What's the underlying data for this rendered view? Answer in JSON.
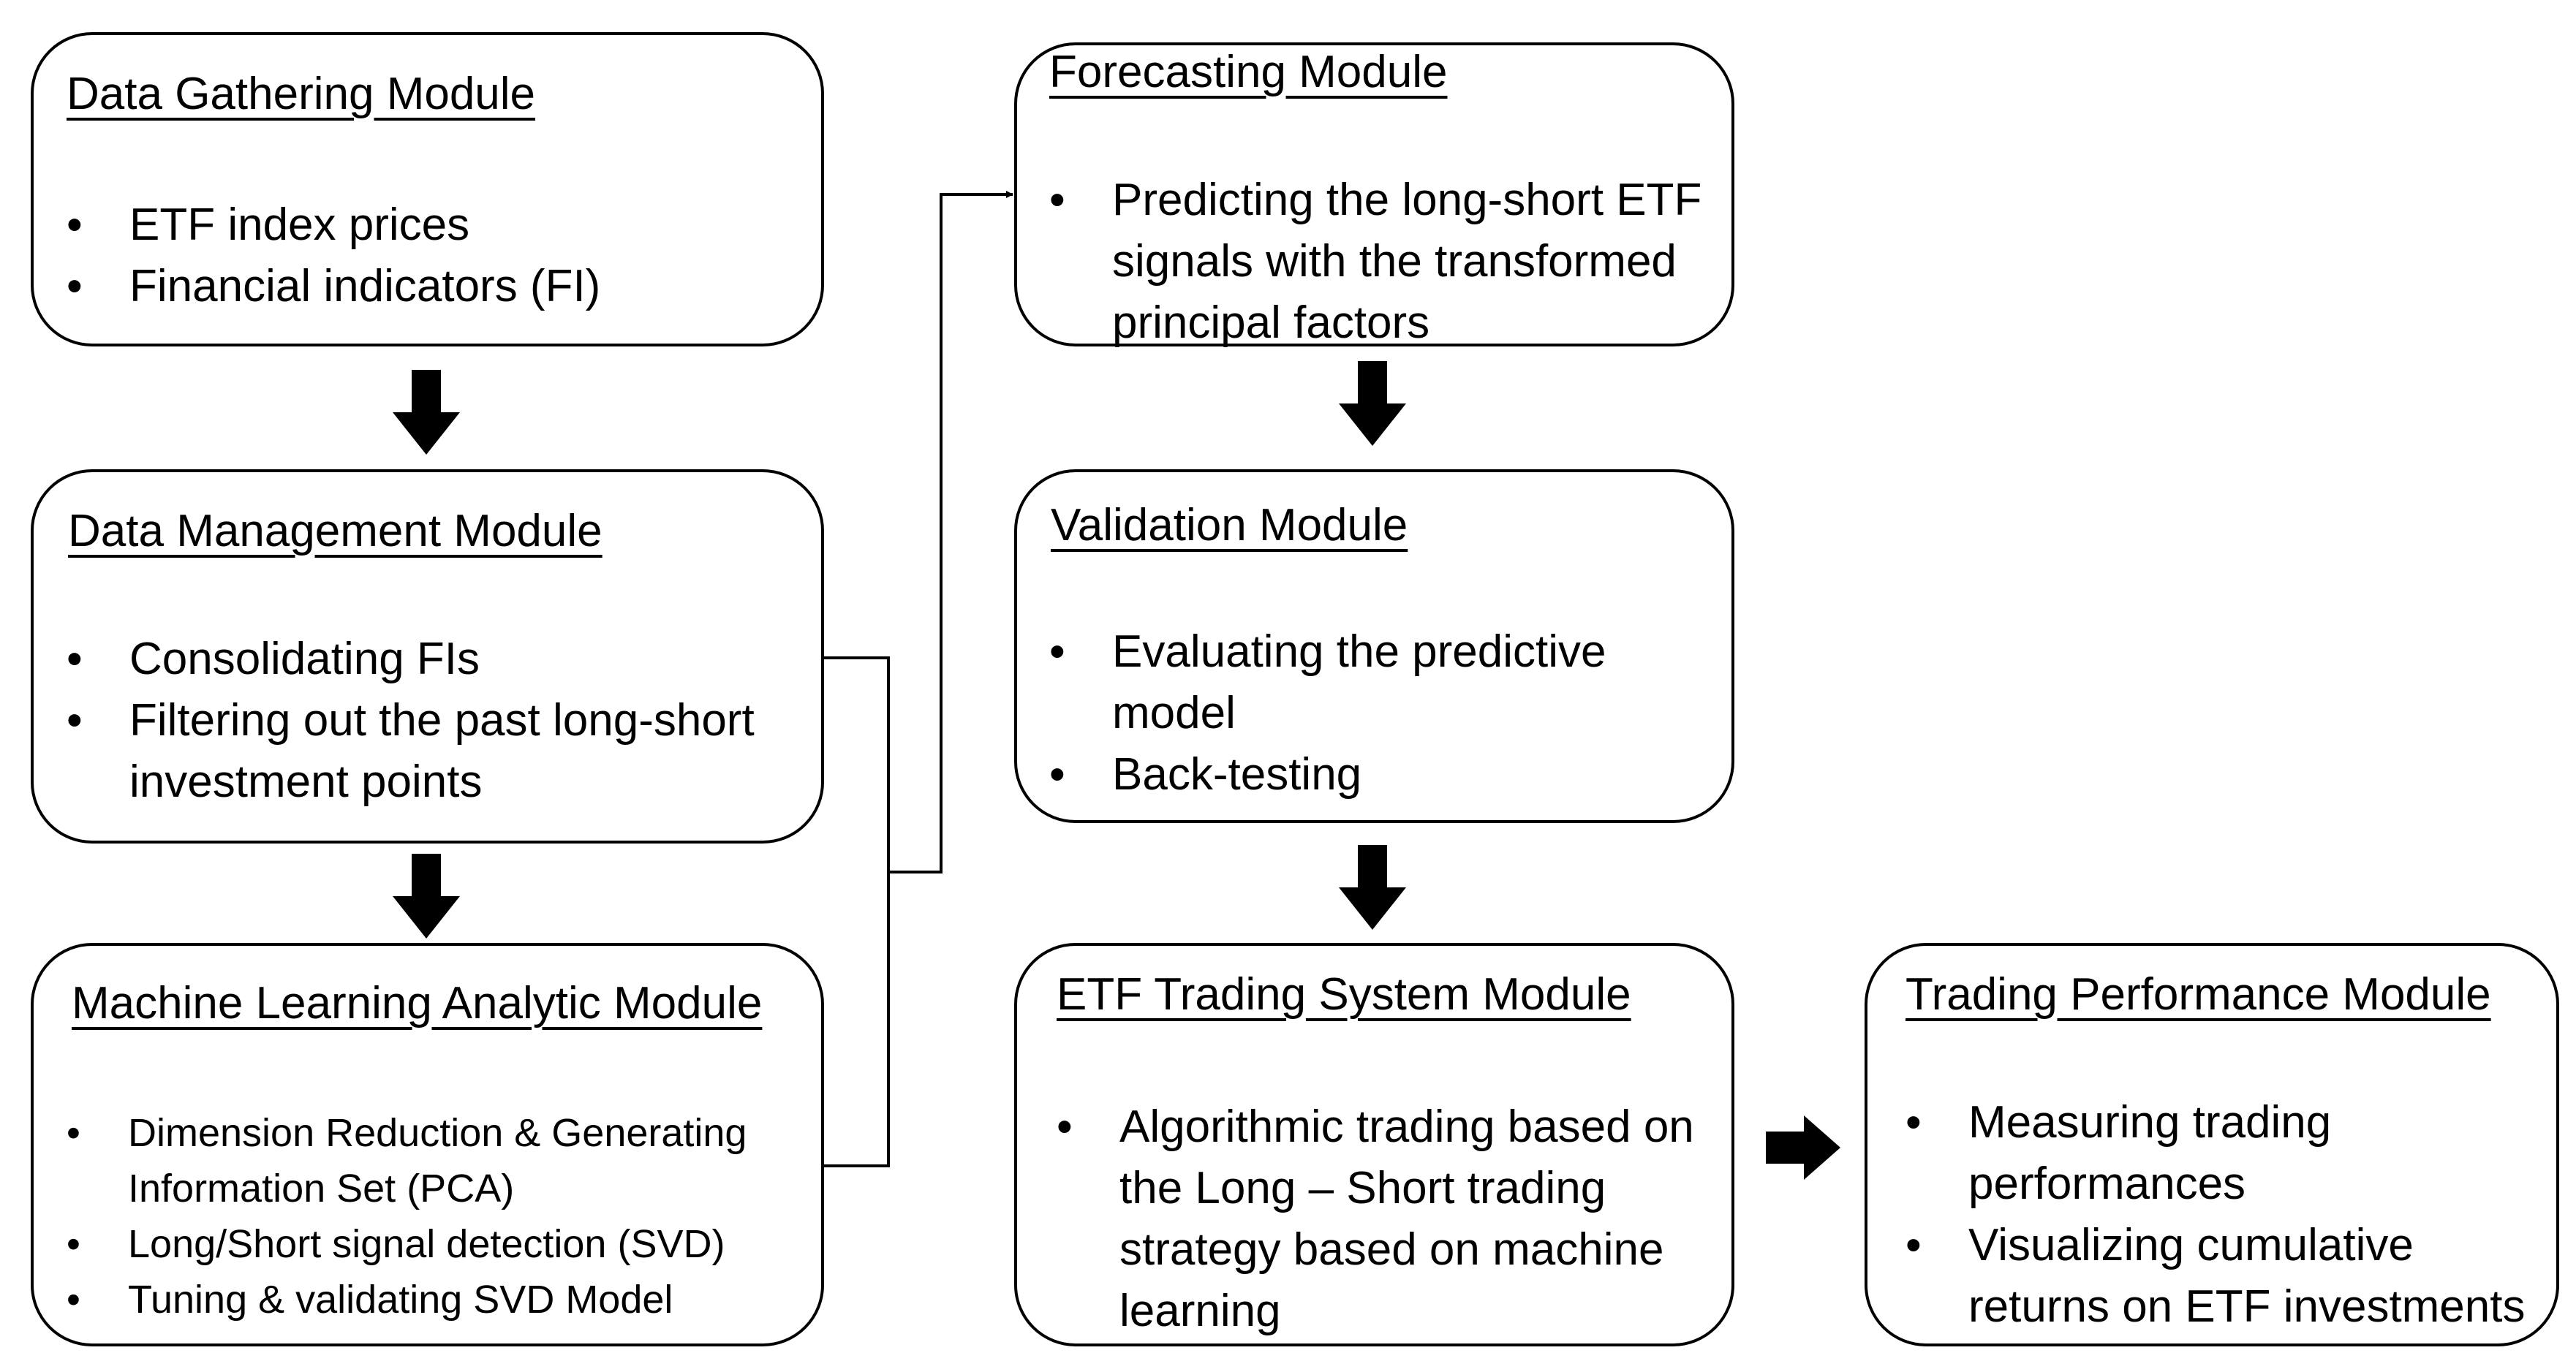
{
  "modules": {
    "data_gathering": {
      "title": "Data Gathering Module",
      "items": [
        "ETF index prices",
        "Financial indicators (FI)"
      ]
    },
    "data_management": {
      "title": "Data Management Module",
      "items": [
        "Consolidating FIs",
        "Filtering out the past long-short investment points"
      ]
    },
    "ml_analytic": {
      "title": "Machine Learning Analytic Module",
      "items": [
        "Dimension Reduction & Generating Information Set (PCA)",
        "Long/Short signal detection (SVD)",
        "Tuning & validating SVD Model"
      ]
    },
    "forecasting": {
      "title": "Forecasting Module",
      "items": [
        "Predicting the long-short ETF signals with the transformed principal factors"
      ]
    },
    "validation": {
      "title": "Validation Module",
      "items": [
        "Evaluating the predictive model",
        "Back-testing"
      ]
    },
    "trading_system": {
      "title": "ETF Trading System Module",
      "items": [
        "Algorithmic trading based on the Long – Short trading strategy based on machine learning"
      ]
    },
    "trading_performance": {
      "title": "Trading Performance Module",
      "items": [
        "Measuring trading performances",
        "Visualizing cumulative returns on ETF investments"
      ]
    }
  }
}
